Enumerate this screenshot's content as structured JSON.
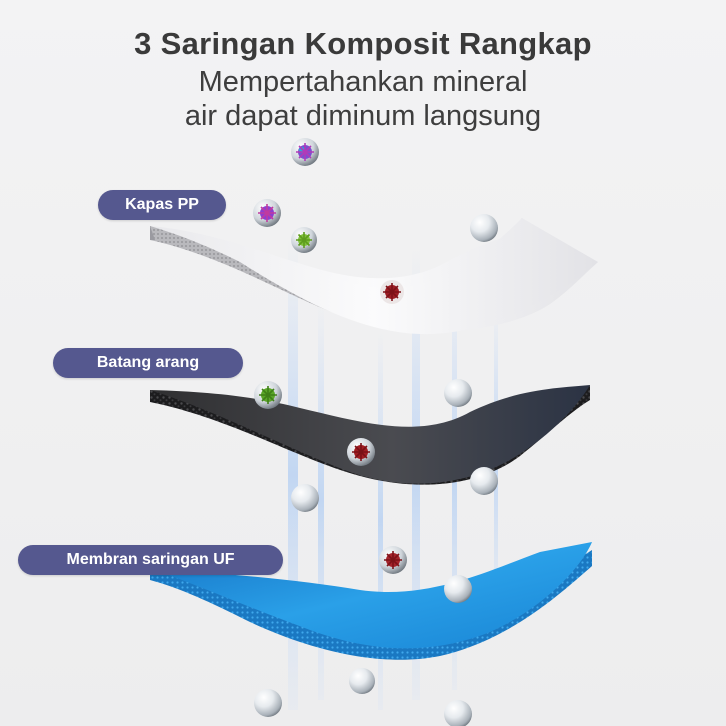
{
  "header": {
    "title": "3 Saringan Komposit Rangkap",
    "subtitle_line1": "Mempertahankan mineral",
    "subtitle_line2": "air dapat diminum langsung"
  },
  "layers": [
    {
      "label": "Kapas PP",
      "color": "#f4f4f5"
    },
    {
      "label": "Batang arang",
      "color": "#3a3a3c"
    },
    {
      "label": "Membran saringan UF",
      "color": "#1f8fd6"
    }
  ],
  "label_color": "#55588f",
  "particles": {
    "impurity_icon": "virus-icon",
    "water_icon": "water-droplet-icon"
  }
}
